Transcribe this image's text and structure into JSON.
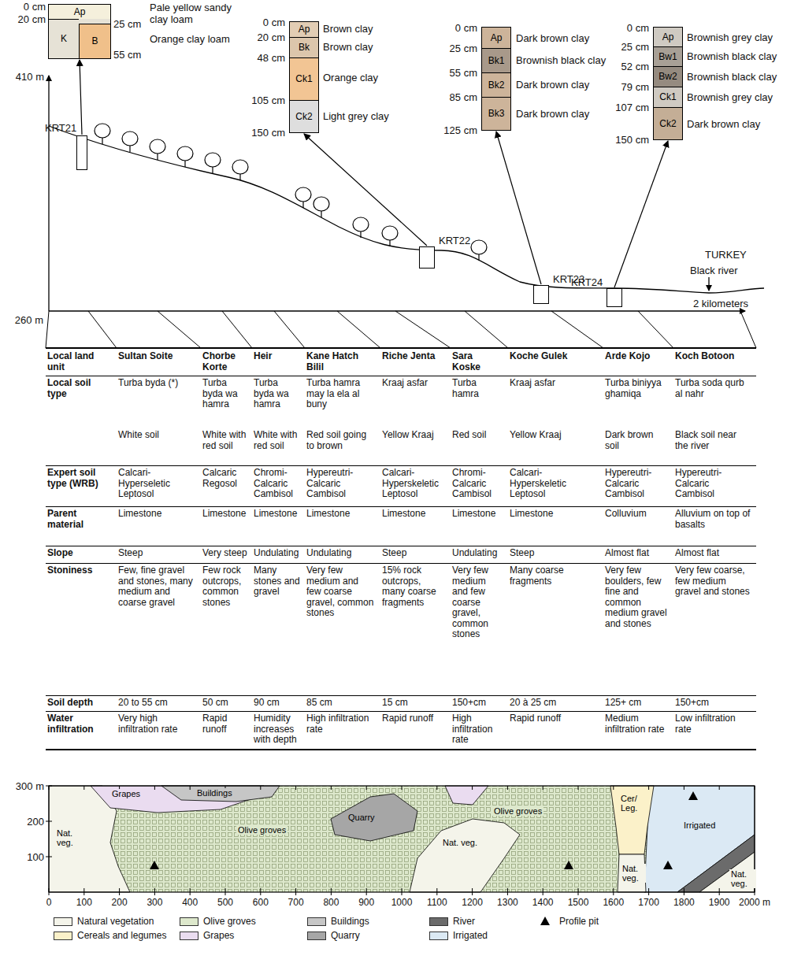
{
  "diagram": {
    "nodes": [
      {
        "text": [
          "Ap",
          "K",
          "B"
        ]
      },
      {
        "text": [
          "Ap",
          "Bk",
          "Ck1",
          "Ck2"
        ]
      },
      {
        "text": [
          "Ap",
          "Bk1",
          "Bk2",
          "Bk3"
        ]
      },
      {
        "text": [
          "Ap",
          "Bw1",
          "Bw2",
          "Ck1",
          "Ck2"
        ]
      },
      {
        "text": [
          "KRT21"
        ]
      },
      {
        "text": [
          "KRT22"
        ]
      },
      {
        "text": [
          "KRT23"
        ]
      },
      {
        "text": [
          "KRT24"
        ]
      }
    ],
    "edges": [
      {
        "from": 4,
        "to": 0,
        "arrow": "to"
      },
      {
        "from": 5,
        "to": 1,
        "arrow": "to"
      },
      {
        "from": 6,
        "to": 2,
        "arrow": "to"
      },
      {
        "from": 7,
        "to": 3,
        "arrow": "to"
      }
    ],
    "labels": [
      "0 cm",
      "20 cm",
      "25 cm",
      "55 cm",
      "Pale yellow sandy clay loam",
      "Orange clay loam",
      "0 cm",
      "20 cm",
      "48 cm",
      "105 cm",
      "150 cm",
      "Brown clay",
      "Brown clay",
      "Orange clay",
      "Light grey clay",
      "0 cm",
      "25 cm",
      "55 cm",
      "85 cm",
      "125 cm",
      "Dark brown clay",
      "Brownish black clay",
      "Dark brown clay",
      "Dark brown clay",
      "0 cm",
      "25 cm",
      "52 cm",
      "79 cm",
      "107 cm",
      "150 cm",
      "Brownish grey clay",
      "Brownish black clay",
      "Brownish black clay",
      "Brownish grey clay",
      "Dark brown clay",
      "410 m",
      "260 m",
      "2 kilometers",
      "TURKEY",
      "Black river",
      "Local land unit",
      "Sultan Soite",
      "Chorbe Korte",
      "Heir",
      "Kane Hatch Bilil",
      "Riche Jenta",
      "Sara Koske",
      "Koche Gulek",
      "Arde Kojo",
      "Koch Botoon",
      "Local soil type",
      "Turba byda (*)",
      "Turba byda wa hamra",
      "Turba byda wa hamra",
      "Turba hamra may la ela al buny",
      "Kraaj asfar",
      "Turba hamra",
      "Kraaj asfar",
      "Turba biniyya ghamiqa",
      "Turba soda qurb al nahr",
      "White soil",
      "White with red soil",
      "White with red soil",
      "Red soil going to brown",
      "Yellow Kraaj",
      "Red soil",
      "Yellow Kraaj",
      "Dark brown soil",
      "Black soil near the river",
      "Expert soil type (WRB)",
      "Calcari-Hyperseletic Leptosol",
      "Calcaric Regosol",
      "Chromi-Calcaric Cambisol",
      "Hypereutri-Calcaric Cambisol",
      "Calcari-Hyperskeletic Leptosol",
      "Chromi-Calcaric Cambisol",
      "Calcari-Hyperskeletic Leptosol",
      "Hypereutri-Calcaric Cambisol",
      "Hypereutri-Calcaric Cambisol",
      "Parent material",
      "Limestone",
      "Limestone",
      "Limestone",
      "Limestone",
      "Limestone",
      "Limestone",
      "Limestone",
      "Colluvium",
      "Alluvium on top of basalts",
      "Slope",
      "Steep",
      "Very steep",
      "Undulating",
      "Undulating",
      "Steep",
      "Undulating",
      "Steep",
      "Almost flat",
      "Almost flat",
      "Stoniness",
      "Few, fine gravel and stones, many medium and coarse gravel",
      "Few rock outcrops, common stones",
      "Many stones and gravel",
      "Very few medium and few coarse gravel, common stones",
      "15% rock outcrops, many coarse fragments",
      "Very few medium and few coarse gravel, common stones",
      "Many coarse fragments",
      "Very few boulders, few fine and common medium gravel and stones",
      "Very few coarse, few medium gravel and stones",
      "Soil depth",
      "20 to 55 cm",
      "50 cm",
      "90 cm",
      "85 cm",
      "15 cm",
      "150+cm",
      "20 à 25 cm",
      "125+ cm",
      "150+cm",
      "Water infiltration",
      "Very high infiltration rate",
      "Rapid runoff",
      "Humidity increases with depth",
      "High infiltration rate",
      "Rapid runoff",
      "High infiltration rate",
      "Rapid runoff",
      "Medium infiltration rate",
      "Low infiltration rate",
      "300 m",
      "200",
      "100",
      "0",
      "100",
      "200",
      "300",
      "400",
      "500",
      "600",
      "700",
      "800",
      "900",
      "1000",
      "1100",
      "1200",
      "1300",
      "1400",
      "1500",
      "1600",
      "1700",
      "1800",
      "1900",
      "2000 m",
      "Grapes",
      "Buildings",
      "Nat. veg.",
      "Olive groves",
      "Quarry",
      "Nat. veg.",
      "Olive groves",
      "Cer/ Leg.",
      "Irrigated",
      "Nat. veg.",
      "Nat. veg."
    ],
    "legend": [
      {
        "text": "Natural vegetation",
        "color": "#f4f4ea"
      },
      {
        "text": "Olive groves",
        "color": "#dde8cc"
      },
      {
        "text": "Buildings",
        "color": "#c6c6c6"
      },
      {
        "text": "River",
        "color": "#6b6b6b"
      },
      {
        "text": "Profile pit"
      },
      {
        "text": "Cereals and legumes",
        "color": "#fbf1c9"
      },
      {
        "text": "Grapes",
        "color": "#eadcf0"
      },
      {
        "text": "Quarry",
        "color": "#a6a6a6"
      },
      {
        "text": "Irrigated",
        "color": "#dbe9f4"
      }
    ]
  }
}
